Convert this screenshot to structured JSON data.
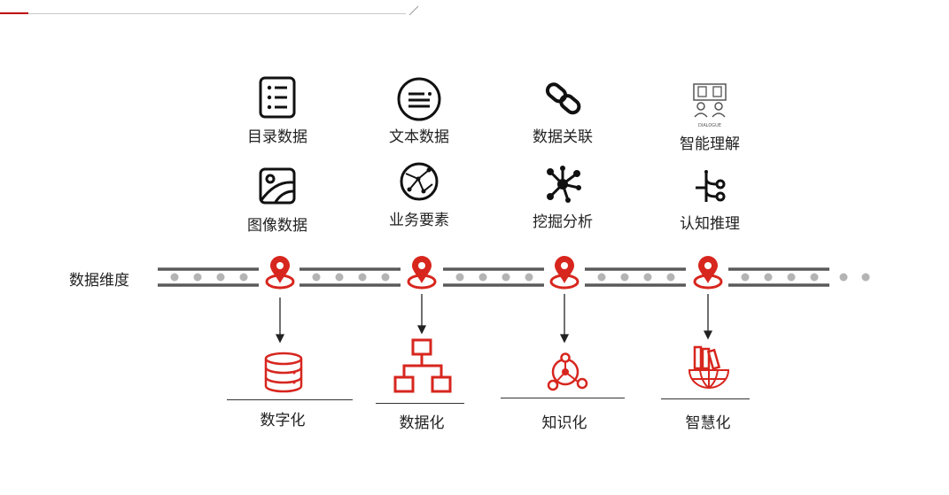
{
  "features": [
    {
      "label": "目录数据",
      "icon": "list-icon"
    },
    {
      "label": "文本数据",
      "icon": "text-circle-icon"
    },
    {
      "label": "数据关联",
      "icon": "chain-link-icon"
    },
    {
      "label": "智能理解",
      "icon": "dialogue-icon",
      "icon_caption": "DIALOGUE"
    },
    {
      "label": "图像数据",
      "icon": "image-icon"
    },
    {
      "label": "业务要素",
      "icon": "network-globe-icon"
    },
    {
      "label": "挖掘分析",
      "icon": "molecule-nodes-icon"
    },
    {
      "label": "认知推理",
      "icon": "branch-tree-icon"
    }
  ],
  "axis": {
    "label": "数据维度"
  },
  "stages": [
    {
      "label": "数字化",
      "icon": "database-icon"
    },
    {
      "label": "数据化",
      "icon": "org-chart-icon"
    },
    {
      "label": "知识化",
      "icon": "knowledge-graph-icon"
    },
    {
      "label": "智慧化",
      "icon": "books-globe-icon"
    }
  ],
  "colors": {
    "accent": "#d7261e",
    "track": "#5a5a5a",
    "dot": "#b4b4b4",
    "icon": "#111111"
  }
}
